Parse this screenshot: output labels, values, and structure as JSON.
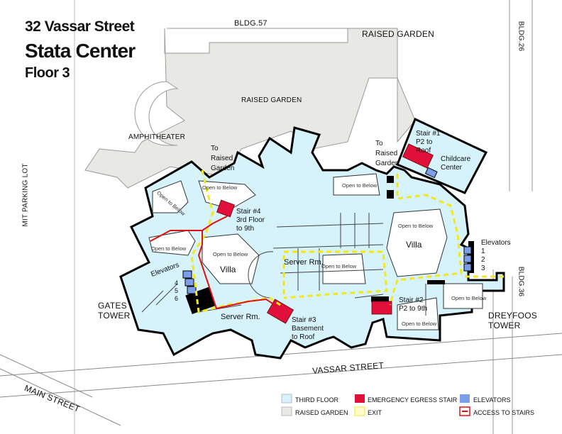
{
  "header": {
    "address": "32 Vassar Street",
    "building": "Stata Center",
    "floor": "Floor 3"
  },
  "surroundings": {
    "bldg57": "BLDG.57",
    "raised_garden_top": "RAISED GARDEN",
    "bldg26": "BLDG.26",
    "raised_garden_mid": "RAISED GARDEN",
    "amphitheater": "AMPHITHEATER",
    "parking": "MIT PARKING LOT",
    "bldg36": "BLDG.36",
    "gates_tower": [
      "GATES",
      "TOWER"
    ],
    "dreyfoos_tower": [
      "DREYFOOS",
      "TOWER"
    ],
    "vassar_street": "VASSAR STREET",
    "main_street": "MAIN STREET"
  },
  "rooms": {
    "to_garden_1": [
      "To",
      "Raised",
      "Garden"
    ],
    "to_garden_2": [
      "To",
      "Raised",
      "Garden"
    ],
    "stair1": [
      "Stair #1",
      "P2 to",
      "Roof"
    ],
    "childcare": [
      "Childcare",
      "Center"
    ],
    "stair4": [
      "Stair #4",
      "3rd Floor",
      "to 9th"
    ],
    "stair3": [
      "Stair #3",
      "Basement",
      "to Roof"
    ],
    "stair2": [
      "Stair #2",
      "P2 to 9th"
    ],
    "elevators_east": [
      "Elevators",
      "1",
      "2",
      "3"
    ],
    "elevators_west": [
      "Elevators",
      "4",
      "5",
      "6"
    ],
    "villa_east": "Villa",
    "villa_west": "Villa",
    "server_rm_1": "Server Rm.",
    "server_rm_2": "Server Rm.",
    "open_below": "Open to Below"
  },
  "legend": {
    "third_floor": "THIRD FLOOR",
    "raised_garden": "RAISED GARDEN",
    "egress_stair": "EMERGENCY EGRESS STAIR",
    "exit": "EXIT",
    "elevators": "ELEVATORS",
    "access_stairs": "ACCESS TO STAIRS"
  },
  "colors": {
    "floor": "#d6f2fb",
    "garden": "#e8e8e5",
    "stair": "#e0103a",
    "elevator": "#7b9ee8",
    "exit": "#f4e81a",
    "access": "#e01010"
  }
}
